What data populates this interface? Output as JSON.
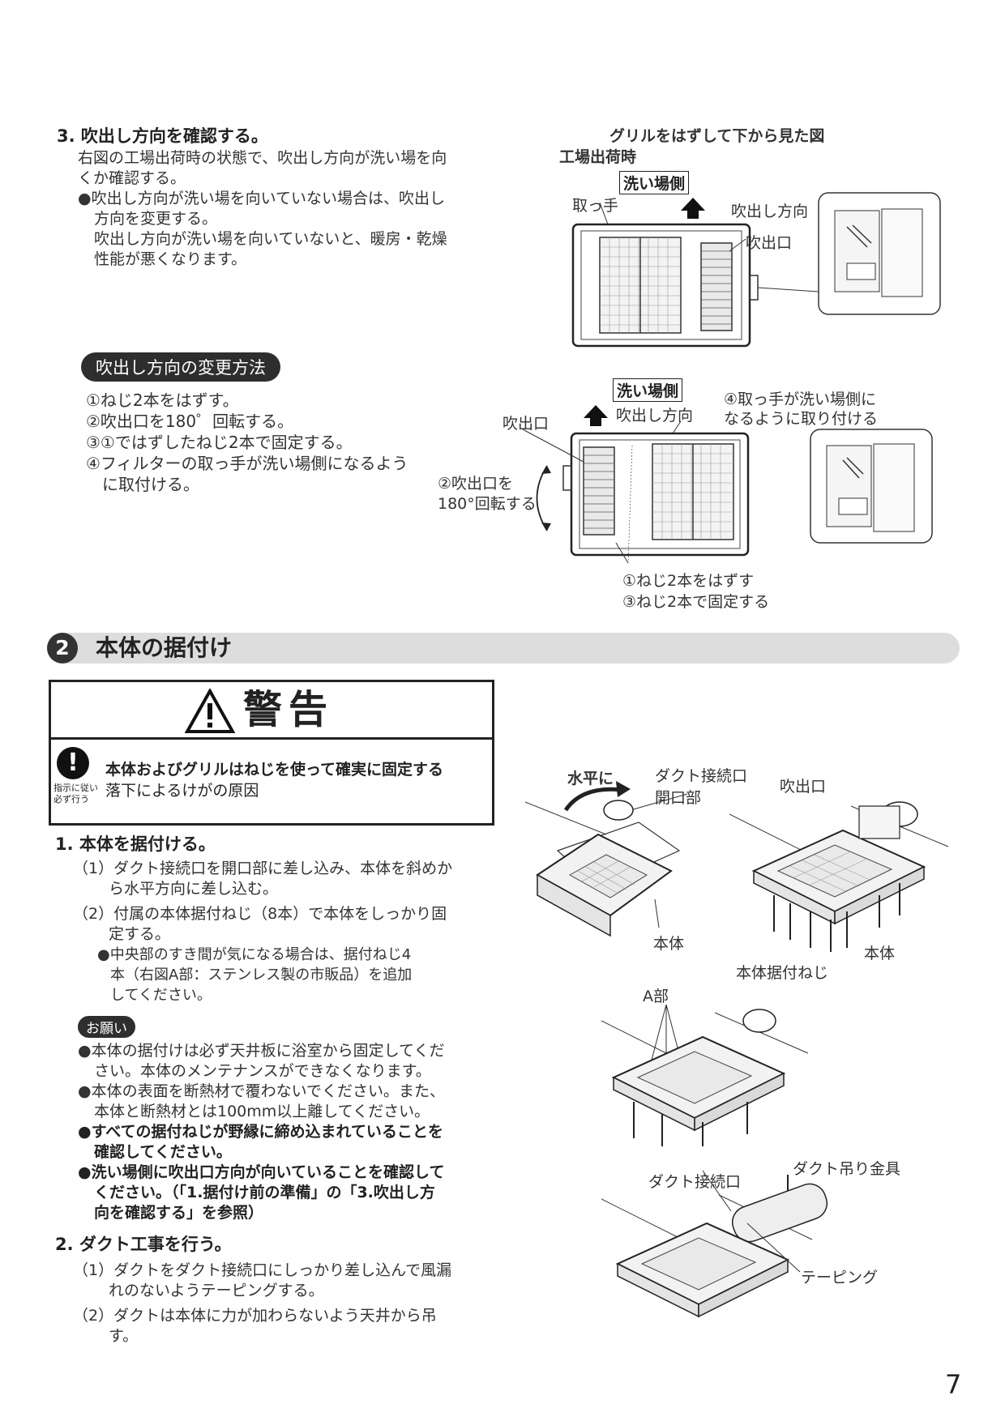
{
  "step3": {
    "heading": "3. 吹出し方向を確認する。",
    "intro_1": "右図の工場出荷時の状態で、吹出し方向が洗い場を向",
    "intro_2": "くか確認する。",
    "bullet_1a": "●吹出し方向が洗い場を向いていない場合は、吹出し",
    "bullet_1b": "方向を変更する。",
    "bullet_2a": "吹出し方向が洗い場を向いていないと、暖房・乾燥",
    "bullet_2b": "性能が悪くなります。"
  },
  "fig_top": {
    "caption": "グリルをはずして下から見た図",
    "state": "工場出荷時",
    "wash_side": "洗い場側",
    "handle": "取っ手",
    "direction": "吹出し方向",
    "outlet": "吹出口"
  },
  "change_method": {
    "title": "吹出し方向の変更方法",
    "step_1": "①ねじ2本をはずす。",
    "step_2": "②吹出口を180゜回転する。",
    "step_3": "③①ではずしたねじ2本で固定する。",
    "step_4a": "④フィルターの取っ手が洗い場側になるよう",
    "step_4b": "に取付ける。"
  },
  "fig_mid": {
    "wash_side": "洗い場側",
    "direction": "吹出し方向",
    "outlet": "吹出口",
    "note_4a": "④取っ手が洗い場側に",
    "note_4b": "なるように取り付ける",
    "rotate_a": "②吹出口を",
    "rotate_b": "180°回転する",
    "screw_1": "①ねじ2本をはずす",
    "screw_3": "③ねじ2本で固定する"
  },
  "section2": {
    "number": "2",
    "title": "本体の据付け"
  },
  "warning": {
    "title": "警告",
    "main": "本体およびグリルはねじを使って確実に固定する",
    "sub": "落下によるけがの原因",
    "icon_label_1": "指示に従い",
    "icon_label_2": "必ず行う"
  },
  "install": {
    "heading": "1. 本体を据付ける。",
    "s1a": "（1）ダクト接続口を開口部に差し込み、本体を斜めか",
    "s1b": "ら水平方向に差し込む。",
    "s2a": "（2）付属の本体据付ねじ（8本）で本体をしっかり固",
    "s2b": "定する。",
    "s2c1": "●中央部のすき間が気になる場合は、据付ねじ4",
    "s2c2": "本（右図A部：ステンレス製の市販品）を追加",
    "s2c3": "してください。"
  },
  "request": {
    "title": "お願い",
    "b1a": "●本体の据付けは必ず天井板に浴室から固定してくだ",
    "b1b": "さい。本体のメンテナンスができなくなります。",
    "b2a": "●本体の表面を断熱材で覆わないでください。また、",
    "b2b": "本体と断熱材とは100mm以上離してください。",
    "b3a": "●すべての据付ねじが野縁に締め込まれていることを",
    "b3b": "確認してください。",
    "b4a": "●洗い場側に吹出口方向が向いていることを確認して",
    "b4b": "ください。（「1.据付け前の準備」の「3.吹出し方",
    "b4c": "向を確認する」を参照）"
  },
  "duct": {
    "heading": "2. ダクト工事を行う。",
    "s1a": "（1）ダクトをダクト接続口にしっかり差し込んで風漏",
    "s1b": "れのないようテーピングする。",
    "s2a": "（2）ダクトは本体に力が加わらないよう天井から吊",
    "s2b": "す。"
  },
  "fig_install": {
    "horizontal": "水平に",
    "duct_port": "ダクト接続口",
    "opening": "開口部",
    "body_left": "本体",
    "outlet": "吹出口",
    "body_right": "本体",
    "screws": "本体据付ねじ",
    "part_a": "A部",
    "duct_port_2": "ダクト接続口",
    "hanger": "ダクト吊り金具",
    "taping": "テーピング"
  },
  "page_number": "7"
}
